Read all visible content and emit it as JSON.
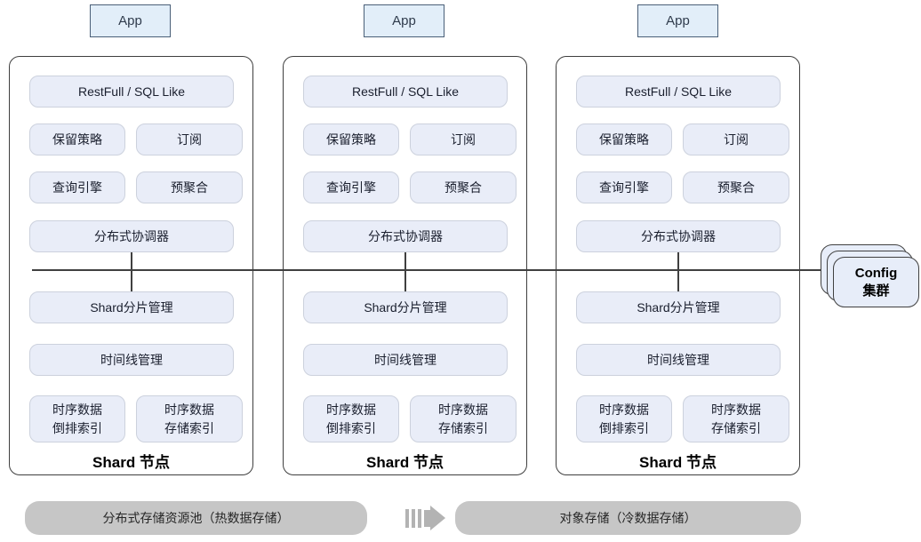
{
  "apps": [
    {
      "label": "App"
    },
    {
      "label": "App"
    },
    {
      "label": "App"
    }
  ],
  "nodes": [
    {
      "api": "RestFull / SQL Like",
      "retention_policy": "保留策略",
      "subscription": "订阅",
      "query_engine": "查询引擎",
      "pre_aggregation": "预聚合",
      "distributed_coordinator": "分布式协调器",
      "shard_management": "Shard分片管理",
      "timeline_management": "时间线管理",
      "inverted_index_line1": "时序数据",
      "inverted_index_line2": "倒排索引",
      "storage_index_line1": "时序数据",
      "storage_index_line2": "存储索引",
      "label": "Shard 节点"
    },
    {
      "api": "RestFull / SQL Like",
      "retention_policy": "保留策略",
      "subscription": "订阅",
      "query_engine": "查询引擎",
      "pre_aggregation": "预聚合",
      "distributed_coordinator": "分布式协调器",
      "shard_management": "Shard分片管理",
      "timeline_management": "时间线管理",
      "inverted_index_line1": "时序数据",
      "inverted_index_line2": "倒排索引",
      "storage_index_line1": "时序数据",
      "storage_index_line2": "存储索引",
      "label": "Shard 节点"
    },
    {
      "api": "RestFull / SQL Like",
      "retention_policy": "保留策略",
      "subscription": "订阅",
      "query_engine": "查询引擎",
      "pre_aggregation": "预聚合",
      "distributed_coordinator": "分布式协调器",
      "shard_management": "Shard分片管理",
      "timeline_management": "时间线管理",
      "inverted_index_line1": "时序数据",
      "inverted_index_line2": "倒排索引",
      "storage_index_line1": "时序数据",
      "storage_index_line2": "存储索引",
      "label": "Shard 节点"
    }
  ],
  "config_cluster": {
    "line1": "Config",
    "line2": "集群"
  },
  "storage": {
    "hot_pool": "分布式存储资源池（热数据存储）",
    "cold_storage": "对象存储（冷数据存储）"
  },
  "colors": {
    "app_fill": "#e2eef9",
    "app_border": "#4a5f78",
    "module_fill": "#e9edf8",
    "module_border": "#ccd1dd",
    "container_border": "#3f3f3f",
    "line": "#404040",
    "config_fill": "#e7edf9",
    "bar_fill": "#c6c6c6",
    "arrow": "#b3b3b3"
  }
}
